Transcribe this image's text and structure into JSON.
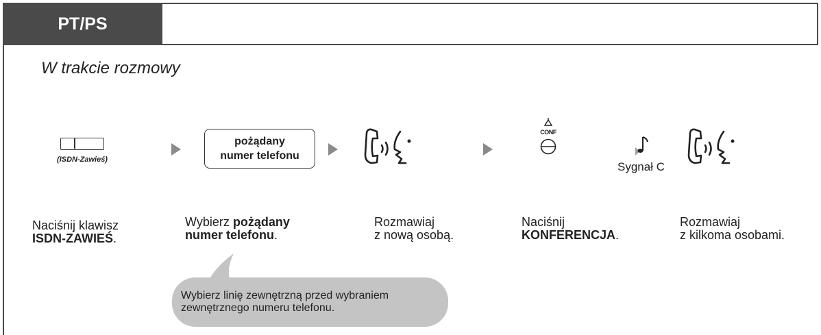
{
  "header": {
    "tab_label": "PT/PS"
  },
  "subtitle": "W trakcie rozmowy",
  "steps": {
    "key_label": "(ISDN-Zawieś)",
    "number_box": {
      "line1": "pożądany",
      "line2": "numer telefonu"
    },
    "conf_label": "CONF",
    "signal_label": "Sygnał C"
  },
  "descriptions": {
    "d1": {
      "line1": "Naciśnij klawisz",
      "line2_bold": "ISDN-ZAWIEŚ",
      "line2_end": "."
    },
    "d2": {
      "line1_start": "Wybierz ",
      "line1_bold": "pożądany",
      "line2_bold": "numer telefonu",
      "line2_end": "."
    },
    "d3": {
      "line1": "Rozmawiaj",
      "line2": "z nową osobą."
    },
    "d4": {
      "line1": "Naciśnij",
      "line2_bold": "KONFERENCJA",
      "line2_end": "."
    },
    "d5": {
      "line1": "Rozmawiaj",
      "line2": "z kilkoma osobami."
    }
  },
  "note": {
    "line1": "Wybierz linię zewnętrzną przed wybraniem",
    "line2": "zewnętrznego numeru telefonu."
  },
  "colors": {
    "header_bg": "#4a4a4a",
    "arrow": "#8a8a8a",
    "bubble": "#c4c4c4",
    "signal_arrow": "#a0a0a0"
  }
}
